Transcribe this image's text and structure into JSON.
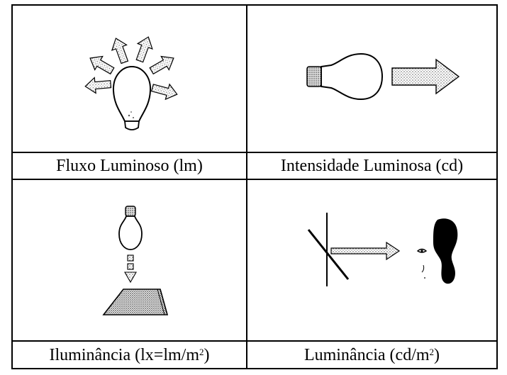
{
  "cells": [
    {
      "caption": "Fluxo Luminoso (lm)",
      "icon": "bulb-radiating-arrows-icon"
    },
    {
      "caption": "Intensidade Luminosa (cd)",
      "icon": "bulb-directional-arrow-icon"
    },
    {
      "caption_pre": "Iluminância (lx=lm/m",
      "caption_sup": "2",
      "caption_post": ")",
      "icon": "bulb-over-surface-icon"
    },
    {
      "caption_pre": "Luminância (cd/m",
      "caption_sup": "2",
      "caption_post": ")",
      "icon": "surface-to-eye-icon"
    }
  ]
}
